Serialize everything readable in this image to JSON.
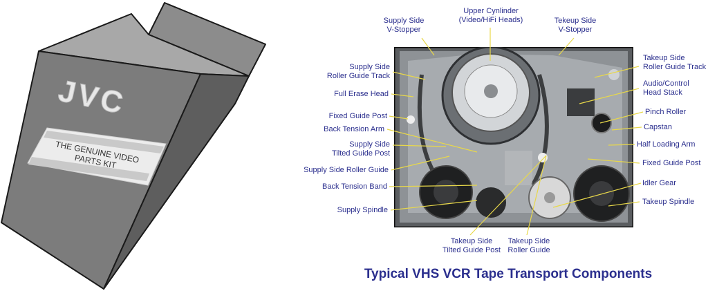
{
  "box": {
    "brand": "JVC",
    "label_line1": "THE GENUINE VIDEO",
    "label_line2": "PARTS KIT"
  },
  "diagram": {
    "title": "Typical VHS VCR Tape Transport Components",
    "labels": {
      "supply_v_stopper": "Supply Side\nV-Stopper",
      "upper_cylinder": "Upper Cynlinder\n(Video/HiFi Heads)",
      "takeup_v_stopper": "Tekeup Side\nV-Stopper",
      "supply_roller_guide_track": "Supply Side\nRoller Guide Track",
      "full_erase_head": "Full Erase Head",
      "fixed_guide_post_left": "Fixed Guide Post",
      "back_tension_arm": "Back Tension Arm",
      "supply_tilted_guide_post": "Supply Side\nTilted Guide Post",
      "supply_roller_guide": "Supply Side Roller Guide",
      "back_tension_band": "Back Tension Band",
      "supply_spindle": "Supply Spindle",
      "takeup_tilted_guide_post": "Takeup Side\nTilted Guide Post",
      "takeup_roller_guide": "Takeup Side\nRoller Guide",
      "takeup_roller_guide_track": "Takeup Side\nRoller Guide Track",
      "audio_control_head": "Audio/Control\nHead Stack",
      "pinch_roller": "Pinch Roller",
      "capstan": "Capstan",
      "half_loading_arm": "Half Loading Arm",
      "fixed_guide_post_right": "Fixed Guide Post",
      "idler_gear": "Idler Gear",
      "takeup_spindle": "Takeup Spindle"
    },
    "colors": {
      "label": "#2b2f8e",
      "leader": "#e8d84a"
    }
  }
}
